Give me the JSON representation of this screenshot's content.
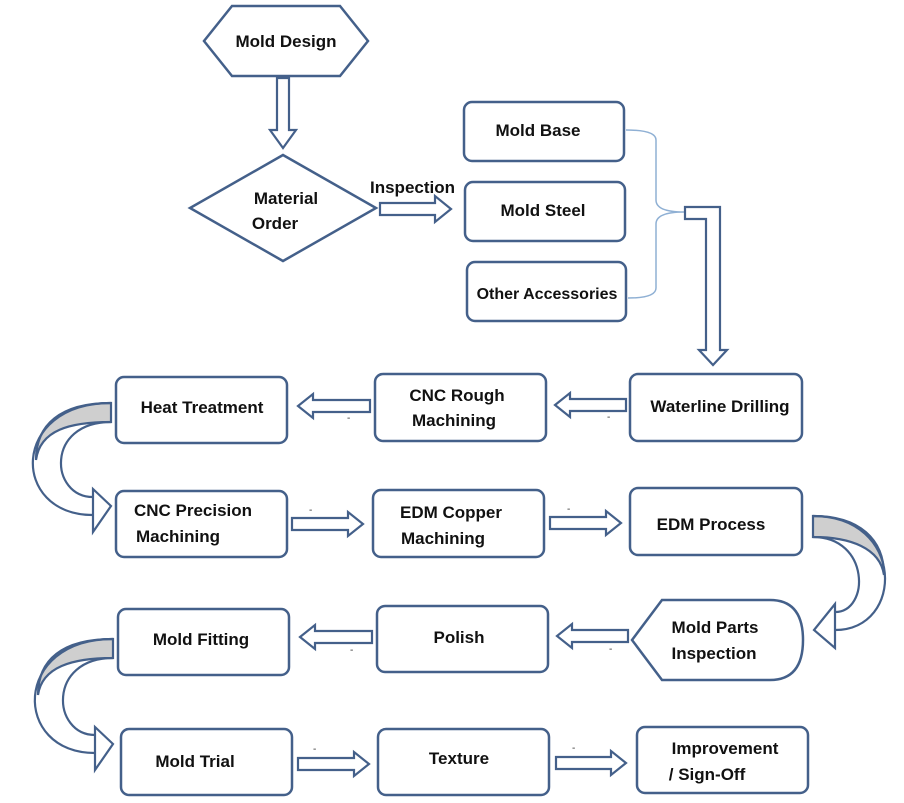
{
  "nodes": {
    "mold_design": "Mold Design",
    "material_order": [
      "Material",
      "Order"
    ],
    "inspection_label": "Inspection",
    "mold_base": "Mold Base",
    "mold_steel": "Mold Steel",
    "other_accessories": "Other Accessories",
    "waterline_drilling": "Waterline Drilling",
    "cnc_rough": [
      "CNC Rough",
      "Machining"
    ],
    "heat_treatment": "Heat Treatment",
    "cnc_precision": [
      "CNC Precision",
      "Machining"
    ],
    "edm_copper": [
      "EDM Copper",
      "Machining"
    ],
    "edm_process": "EDM Process",
    "mold_parts_inspection": [
      "Mold Parts",
      "Inspection"
    ],
    "polish": "Polish",
    "mold_fitting": "Mold Fitting",
    "mold_trial": "Mold Trial",
    "texture": "Texture",
    "improvement": [
      "Improvement",
      "/ Sign-Off"
    ]
  },
  "colors": {
    "outline": "#44608a",
    "brace": "#8fb0d4",
    "curve_fill": "#cfcfcf"
  }
}
